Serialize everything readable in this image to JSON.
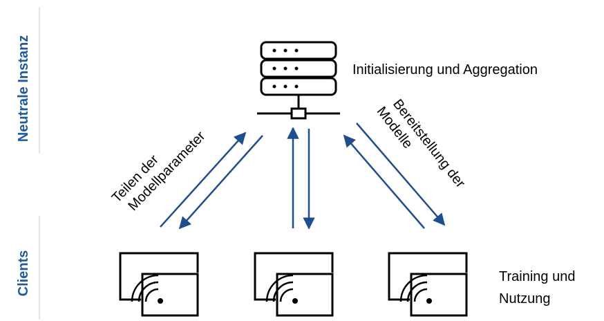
{
  "side_labels": {
    "top": "Neutrale Instanz",
    "bottom": "Clients"
  },
  "server": {
    "label": "Initialisierung und Aggregation"
  },
  "left_arrow_label": {
    "line1": "Teilen der",
    "line2": "Modellparameter"
  },
  "right_arrow_label": {
    "line1": "Bereitstellung der",
    "line2": "Modelle"
  },
  "clients": {
    "label_line1": "Training und",
    "label_line2": "Nutzung"
  },
  "colors": {
    "accent": "#1f5a9c",
    "arrow": "#1f4e8c",
    "divider": "#c8c8c8",
    "stroke": "#000000"
  }
}
